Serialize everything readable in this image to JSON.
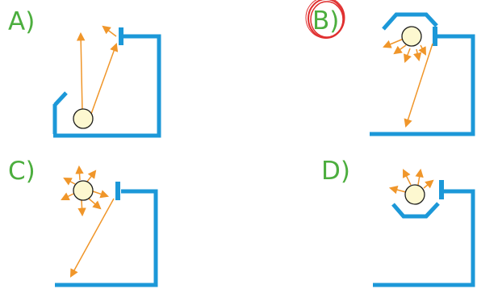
{
  "options": [
    {
      "id": "a",
      "label": "A)",
      "selected": false
    },
    {
      "id": "b",
      "label": "B)",
      "selected": true
    },
    {
      "id": "c",
      "label": "C)",
      "selected": false
    },
    {
      "id": "d",
      "label": "D)",
      "selected": false
    }
  ],
  "colors": {
    "label": "#4cae3e",
    "structure": "#1c98d8",
    "ray": "#f0962a",
    "bulb_fill": "#fdf8d0",
    "bulb_stroke": "#1d1d1b",
    "selection_ring": "#e03030"
  }
}
